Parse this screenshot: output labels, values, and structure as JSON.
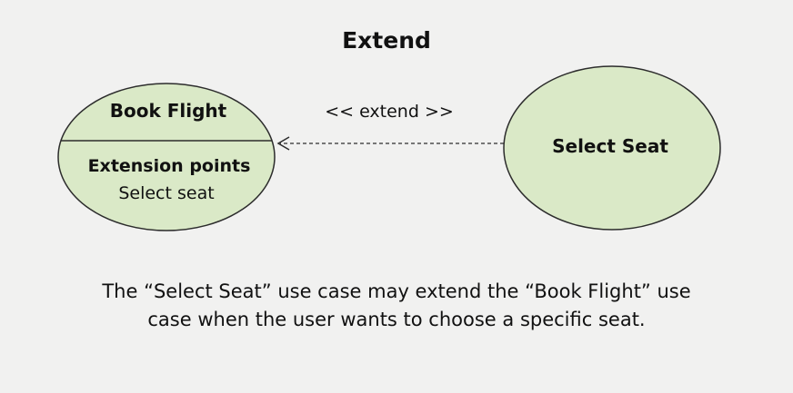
{
  "title": "Extend",
  "base_use_case": {
    "name": "Book Flight",
    "extension_points_heading": "Extension points",
    "extension_point": "Select seat"
  },
  "extending_use_case": {
    "name": "Select Seat"
  },
  "relationship": {
    "label": "<< extend >>"
  },
  "caption": {
    "line1": "The “Select Seat” use case may extend the “Book Flight” use",
    "line2": "case when the user wants to choose a specific seat."
  },
  "colors": {
    "background": "#f1f1f0",
    "ellipse_fill": "#dae9c7",
    "ellipse_stroke": "#2c2c2c",
    "text": "#111111"
  }
}
